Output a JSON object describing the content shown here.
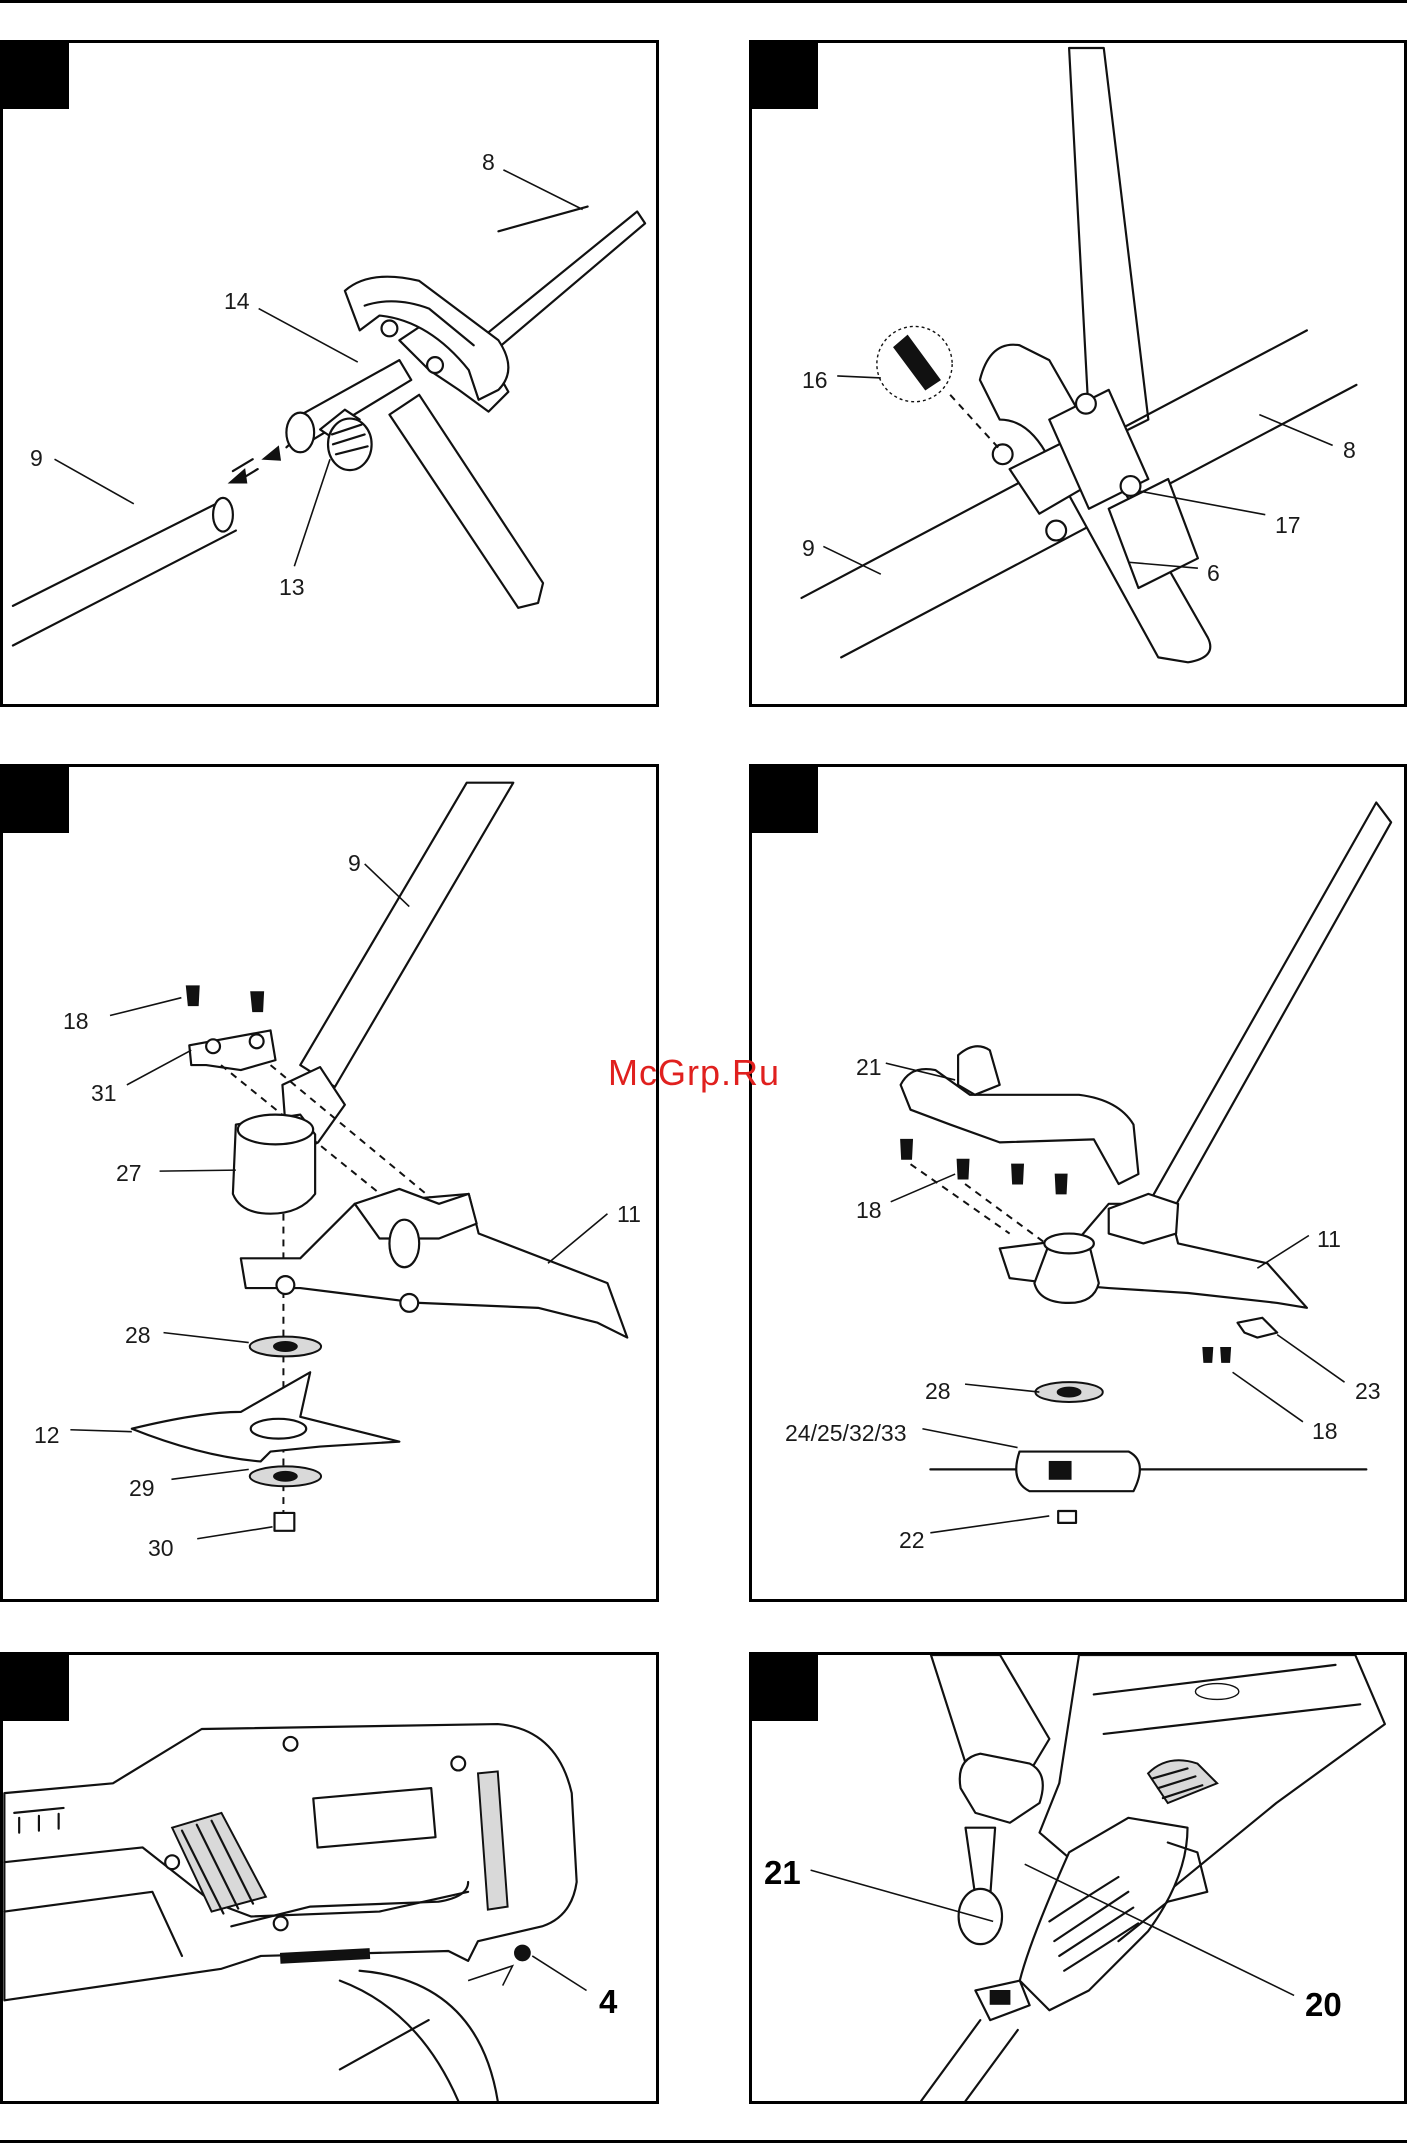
{
  "watermark": "McGrp.Ru",
  "panels": [
    {
      "id": "p1",
      "labels": [
        "8",
        "14",
        "9",
        "13"
      ]
    },
    {
      "id": "p2",
      "labels": [
        "16",
        "8",
        "9",
        "17",
        "6"
      ]
    },
    {
      "id": "p3",
      "labels": [
        "9",
        "18",
        "31",
        "27",
        "11",
        "28",
        "12",
        "29",
        "30"
      ]
    },
    {
      "id": "p4",
      "labels": [
        "21",
        "18",
        "11",
        "23",
        "28",
        "18",
        "24/25/32/33",
        "22"
      ]
    },
    {
      "id": "p5",
      "labels": [
        "4"
      ]
    },
    {
      "id": "p6",
      "labels": [
        "21",
        "20"
      ]
    }
  ]
}
